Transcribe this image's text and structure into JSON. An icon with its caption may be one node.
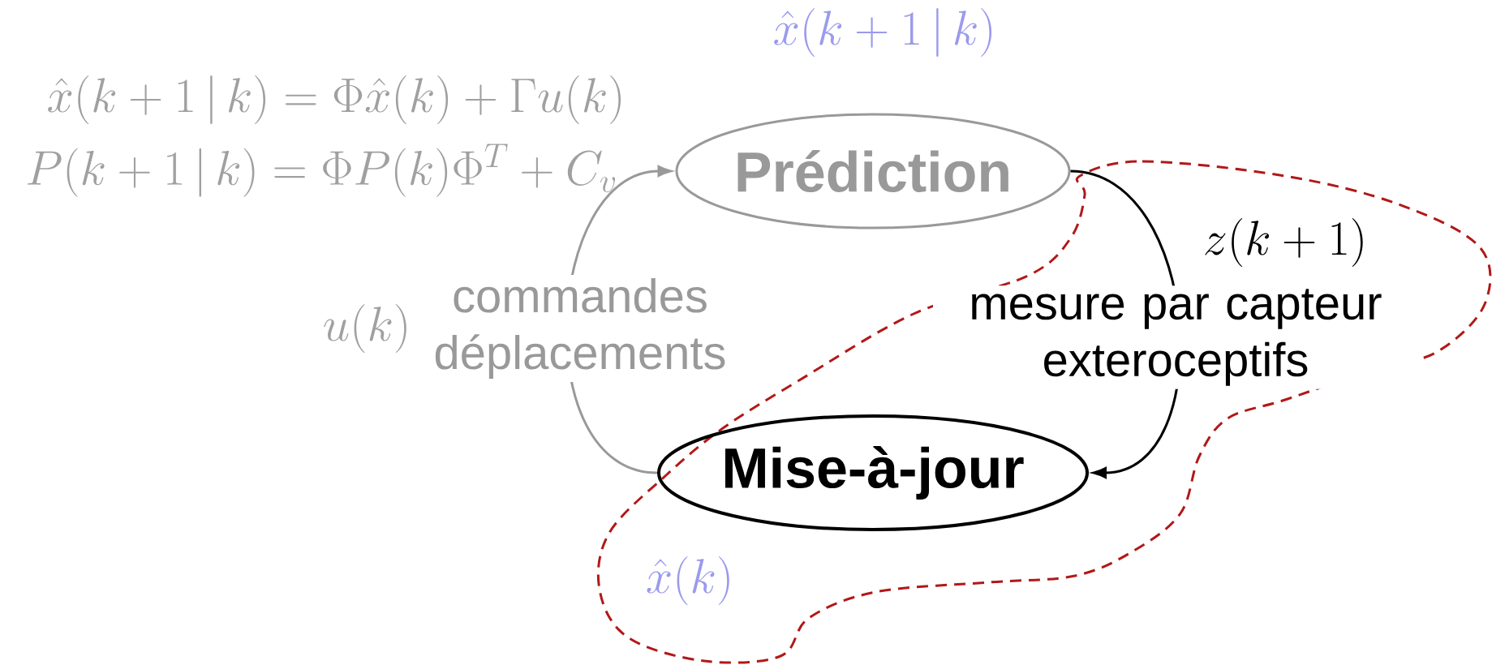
{
  "diagram": {
    "nodes": [
      {
        "text": [
          "Prédiction"
        ]
      },
      {
        "text": [
          "Mise-à-jour"
        ]
      }
    ],
    "edges": [
      {
        "from": 1,
        "to": 0,
        "arrow": "to",
        "label": "commandes déplacements",
        "color": "#999999"
      },
      {
        "from": 0,
        "to": 1,
        "arrow": "to",
        "label": "mesure par capteur exteroceptifs",
        "color": "#000000"
      }
    ],
    "labels": [
      "\\hat{x}(k+1\\,|\\,k)",
      "\\hat{x}(k+1\\,|\\,k)=\\Phi\\hat{x}(k)+\\Gamma u(k)",
      "P(k+1\\,|\\,k)=\\Phi P(k)\\Phi^{T}+C_{v}",
      "u(k)",
      "z(k+1)",
      "\\hat{x}(k)"
    ]
  }
}
